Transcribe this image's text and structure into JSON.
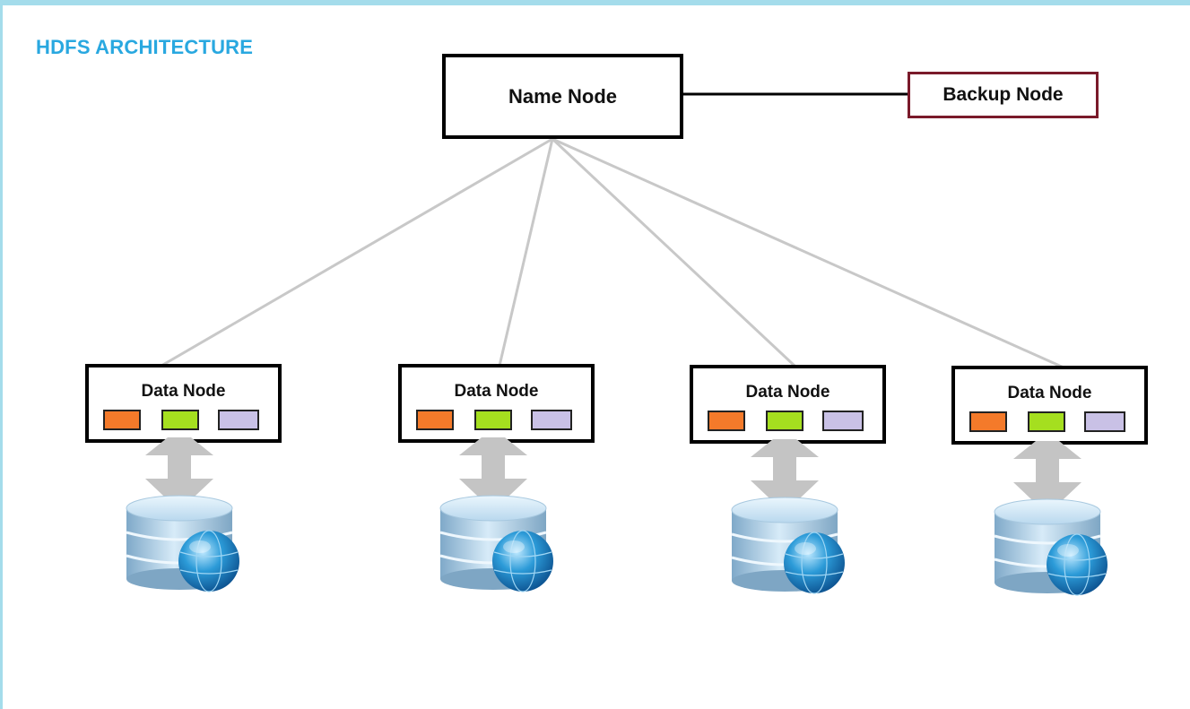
{
  "diagram": {
    "title": "HDFS ARCHITECTURE",
    "name_node": {
      "label": "Name Node"
    },
    "backup_node": {
      "label": "Backup Node"
    },
    "data_nodes": [
      {
        "label": "Data Node"
      },
      {
        "label": "Data Node"
      },
      {
        "label": "Data Node"
      },
      {
        "label": "Data Node"
      }
    ],
    "colors": {
      "title": "#29a8e0",
      "block_orange": "#f47a2a",
      "block_green": "#a5df1f",
      "block_lavender": "#c9c1e6",
      "link_gray": "#c8c8c8",
      "backup_border": "#7a1a2a",
      "frame": "#a4dceb"
    },
    "icons": [
      "double-arrow-icon",
      "database-globe-icon"
    ]
  }
}
